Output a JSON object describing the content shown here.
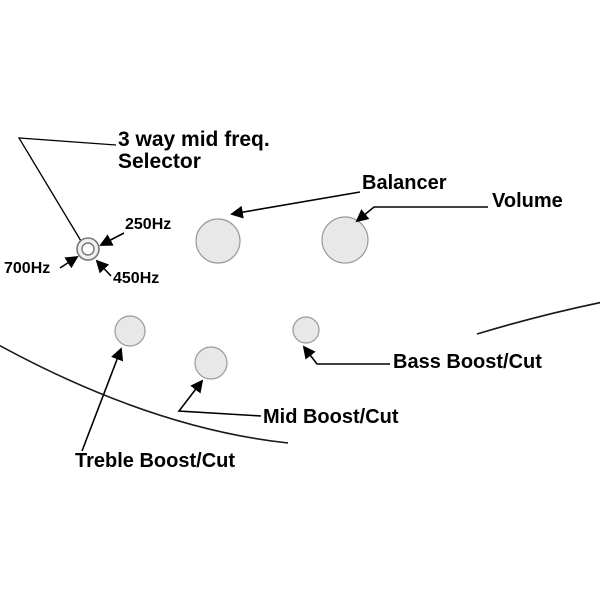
{
  "diagram": {
    "selector": {
      "title_line1": "3 way mid freq.",
      "title_line2": "Selector",
      "freq_top": "250Hz",
      "freq_left": "700Hz",
      "freq_bottom": "450Hz"
    },
    "knobs": {
      "balancer_label": "Balancer",
      "volume_label": "Volume",
      "bass_label": "Bass Boost/Cut",
      "mid_label": "Mid Boost/Cut",
      "treble_label": "Treble Boost/Cut"
    },
    "colors": {
      "background": "#ffffff",
      "knob_fill": "#e8e8e8",
      "knob_stroke": "#999999",
      "line": "#000000"
    }
  }
}
